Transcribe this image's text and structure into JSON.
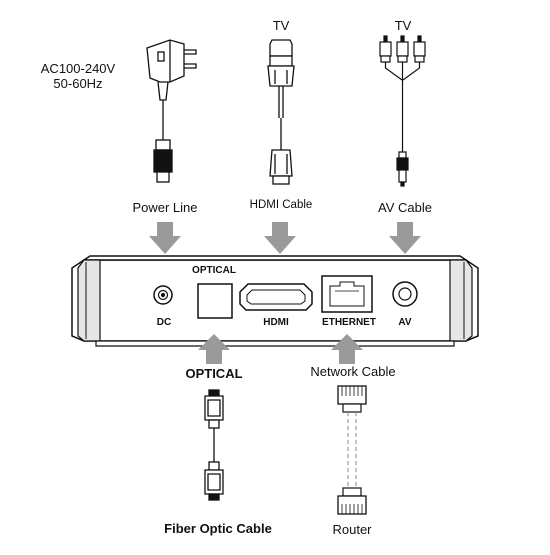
{
  "power": {
    "spec_line1": "AC100-240V",
    "spec_line2": "50-60Hz",
    "label": "Power Line"
  },
  "hdmi": {
    "destination": "TV",
    "label": "HDMI Cable"
  },
  "av": {
    "destination": "TV",
    "label": "AV Cable"
  },
  "device_ports": {
    "dc": "DC",
    "optical": "OPTICAL",
    "hdmi": "HDMI",
    "ethernet": "ETHERNET",
    "av": "AV"
  },
  "optical": {
    "label": "OPTICAL",
    "cable_label": "Fiber Optic Cable"
  },
  "network": {
    "label": "Network Cable",
    "destination": "Router"
  },
  "colors": {
    "arrow": "#9a9a9a",
    "line": "#111111"
  },
  "icons": [
    "power-plug-icon",
    "hdmi-plug-icon",
    "rca-plugs-icon",
    "dc-plug-icon",
    "fiber-optic-plug-icon",
    "rj45-plug-icon"
  ]
}
